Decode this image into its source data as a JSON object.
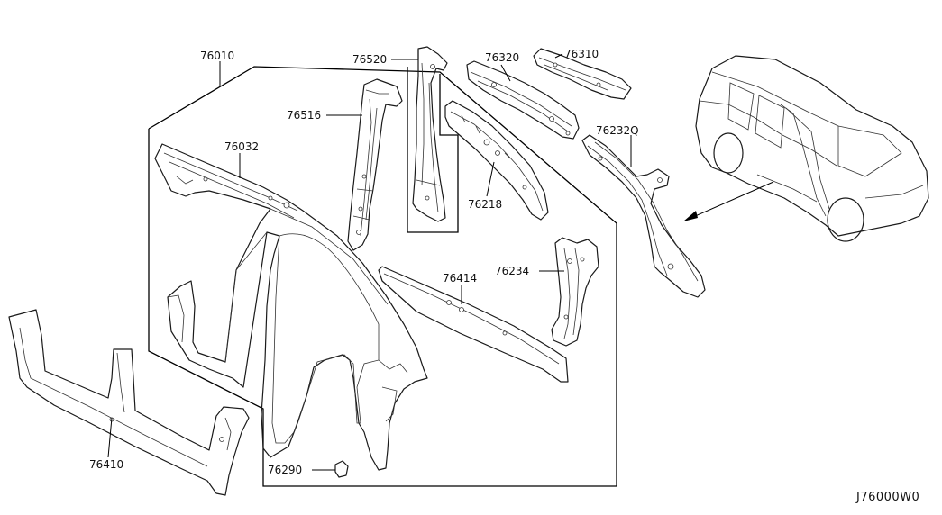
{
  "diagram_id": "J76000W0",
  "parts": [
    {
      "id": "p76010",
      "number": "76010"
    },
    {
      "id": "p76520",
      "number": "76520"
    },
    {
      "id": "p76320",
      "number": "76320"
    },
    {
      "id": "p76310",
      "number": "76310"
    },
    {
      "id": "p76516",
      "number": "76516"
    },
    {
      "id": "p76032",
      "number": "76032"
    },
    {
      "id": "p76232Q",
      "number": "76232Q"
    },
    {
      "id": "p76218",
      "number": "76218"
    },
    {
      "id": "p76414",
      "number": "76414"
    },
    {
      "id": "p76234",
      "number": "76234"
    },
    {
      "id": "p76410",
      "number": "76410"
    },
    {
      "id": "p76290",
      "number": "76290"
    }
  ]
}
